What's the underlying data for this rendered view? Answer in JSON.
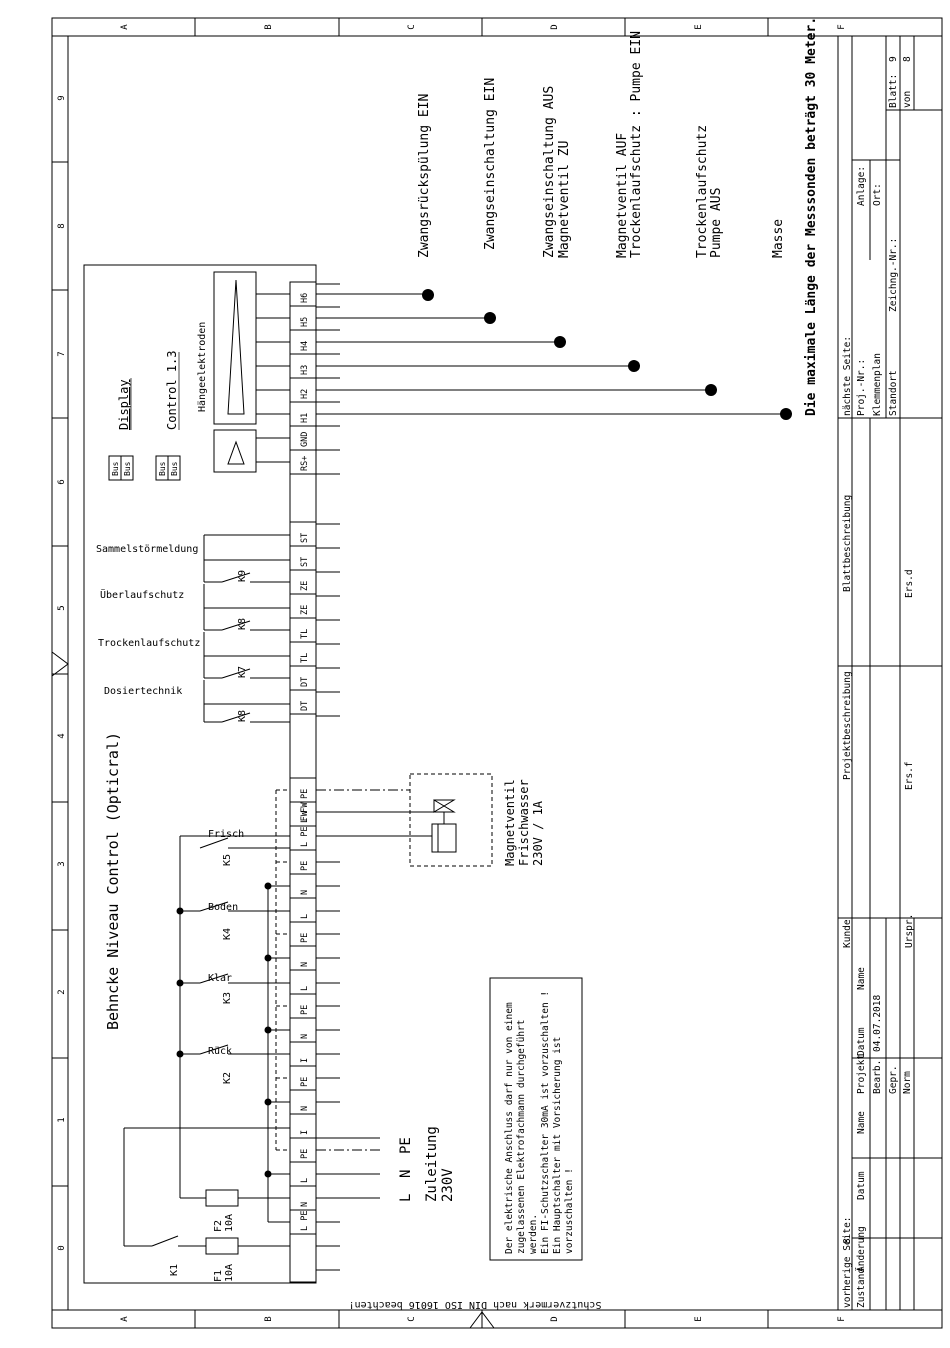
{
  "title": "Behncke Niveau Control (Opticral)",
  "notice": "Schutzvermerk nach DIN ISO 16016 beachten!",
  "grid": {
    "cols": [
      "A",
      "B",
      "C",
      "D",
      "E",
      "F"
    ],
    "rows": [
      "0",
      "1",
      "2",
      "3",
      "4",
      "5",
      "6",
      "7",
      "8",
      "9"
    ]
  },
  "control": {
    "display": "Display",
    "control": "Control 1.3",
    "haenge": "Hängeelektroden",
    "bus": "Bus"
  },
  "terminals": {
    "power": [
      "L PE",
      "N",
      "L",
      "PE",
      "I",
      "N",
      "PE",
      "I",
      "N",
      "PE",
      "L",
      "N",
      "PE",
      "L",
      "N",
      "PE",
      "L PE FW",
      "L FW",
      "PE"
    ],
    "signals": [
      "DT",
      "DT",
      "TL",
      "TL",
      "ZE",
      "ZE",
      "ST",
      "ST"
    ],
    "electrodes": [
      "RS+",
      "GND",
      "H1",
      "H2",
      "H3",
      "H4",
      "H5",
      "H6"
    ]
  },
  "components": {
    "K1": "K1",
    "F1": "F1",
    "F1_rating": "10A",
    "F2": "F2",
    "F2_rating": "10A",
    "K2": "K2",
    "K3": "K3",
    "K4": "K4",
    "K5": "K5",
    "K7": "K7",
    "K8a": "K8",
    "K8b": "K8",
    "K9": "K9",
    "rueck": "Rück",
    "klar": "Klar",
    "boden": "Boden",
    "frisch": "Frisch"
  },
  "relays": {
    "sammel": "Sammelstörmeldung",
    "ueberlauf": "Überlaufschutz",
    "trocken": "Trockenlaufschutz",
    "dosier": "Dosiertechnik"
  },
  "supply": {
    "l": "L",
    "n": "N",
    "pe": "PE",
    "label1": "Zuleitung",
    "label2": "230V"
  },
  "valve": {
    "l1": "Magnetventil",
    "l2": "Frischwasser",
    "l3": "230V / 1A"
  },
  "electrode_labels": {
    "h6": "Zwangsrückspülung EIN",
    "h5": "Zwangseinschaltung EIN",
    "h4a": "Zwangseinschaltung AUS",
    "h4b": "Magnetventil ZU",
    "h3a": "Magnetventil AUF",
    "h3b": "Trockenlaufschutz : Pumpe EIN",
    "h2a": "Trockenlaufschutz",
    "h2b": "Pumpe AUS",
    "h1": "Masse",
    "note": "Die maximale Länge der Messsonden beträgt 30 Meter."
  },
  "safety_note": [
    "Der elektrische Anschluss darf nur von einem",
    "zugelassenen Elektrofachmann durchgeführt",
    "werden.",
    "Ein FI-Schutzschalter 30mA ist vorzuschalten !",
    "Ein Hauptschalter mit Vorsicherung ist",
    "vorzuschalten !"
  ],
  "titleblock": {
    "vorherige": "vorherige Seite:",
    "vorherige_val": "8",
    "zustand": "Zustand",
    "aenderung": "Änderung",
    "datum": "Datum",
    "name": "Name",
    "projekt": "Projekt",
    "datum2": "Datum",
    "name2": "Name",
    "bearb": "Bearb.",
    "bearb_datum": "04.07.2018",
    "gepr": "Gepr.",
    "norm": "Norm",
    "kunde": "Kunde",
    "urspr": "Urspr.",
    "projektbeschreibung": "Projektbeschreibung",
    "ersf": "Ers.f",
    "blattbeschreibung": "Blattbeschreibung",
    "ersd": "Ers.d",
    "naechste": "nächste Seite:",
    "projnr": "Proj.-Nr.:",
    "klemmenplan": "Klemmenplan",
    "standort": "Standort",
    "zeichnr": "Zeichng.-Nr.:",
    "anlage": "Anlage:",
    "ort": "Ort:",
    "blatt": "Blatt:",
    "blatt_val": "9",
    "von": "von",
    "von_val": "8"
  }
}
